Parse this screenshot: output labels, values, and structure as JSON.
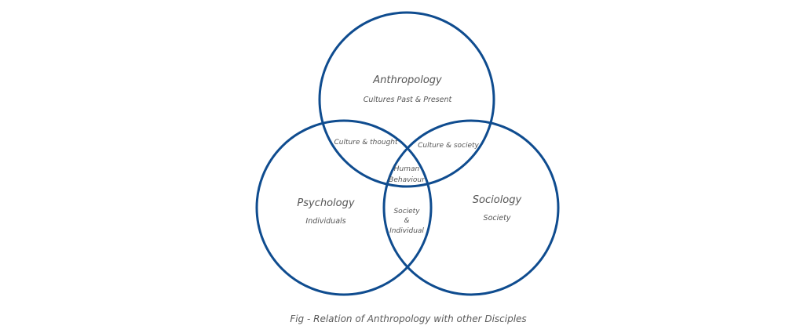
{
  "diagram": {
    "sets": {
      "anthropology": {
        "title": "Anthropology",
        "subtitle": "Cultures Past & Present"
      },
      "psychology": {
        "title": "Psychology",
        "subtitle": "Individuals"
      },
      "sociology": {
        "title": "Sociology",
        "subtitle": "Society"
      }
    },
    "overlaps": {
      "anthropology_psychology": "Culture & thought",
      "anthropology_sociology": "Culture & society",
      "psychology_sociology": [
        "Society",
        "&",
        "Individual"
      ],
      "all_three": [
        "Human",
        "Behaviour"
      ]
    },
    "caption": "Fig - Relation of Anthropology with other Disciples",
    "colors": {
      "circle_stroke": "#0f4c8f",
      "text": "#555555"
    }
  }
}
